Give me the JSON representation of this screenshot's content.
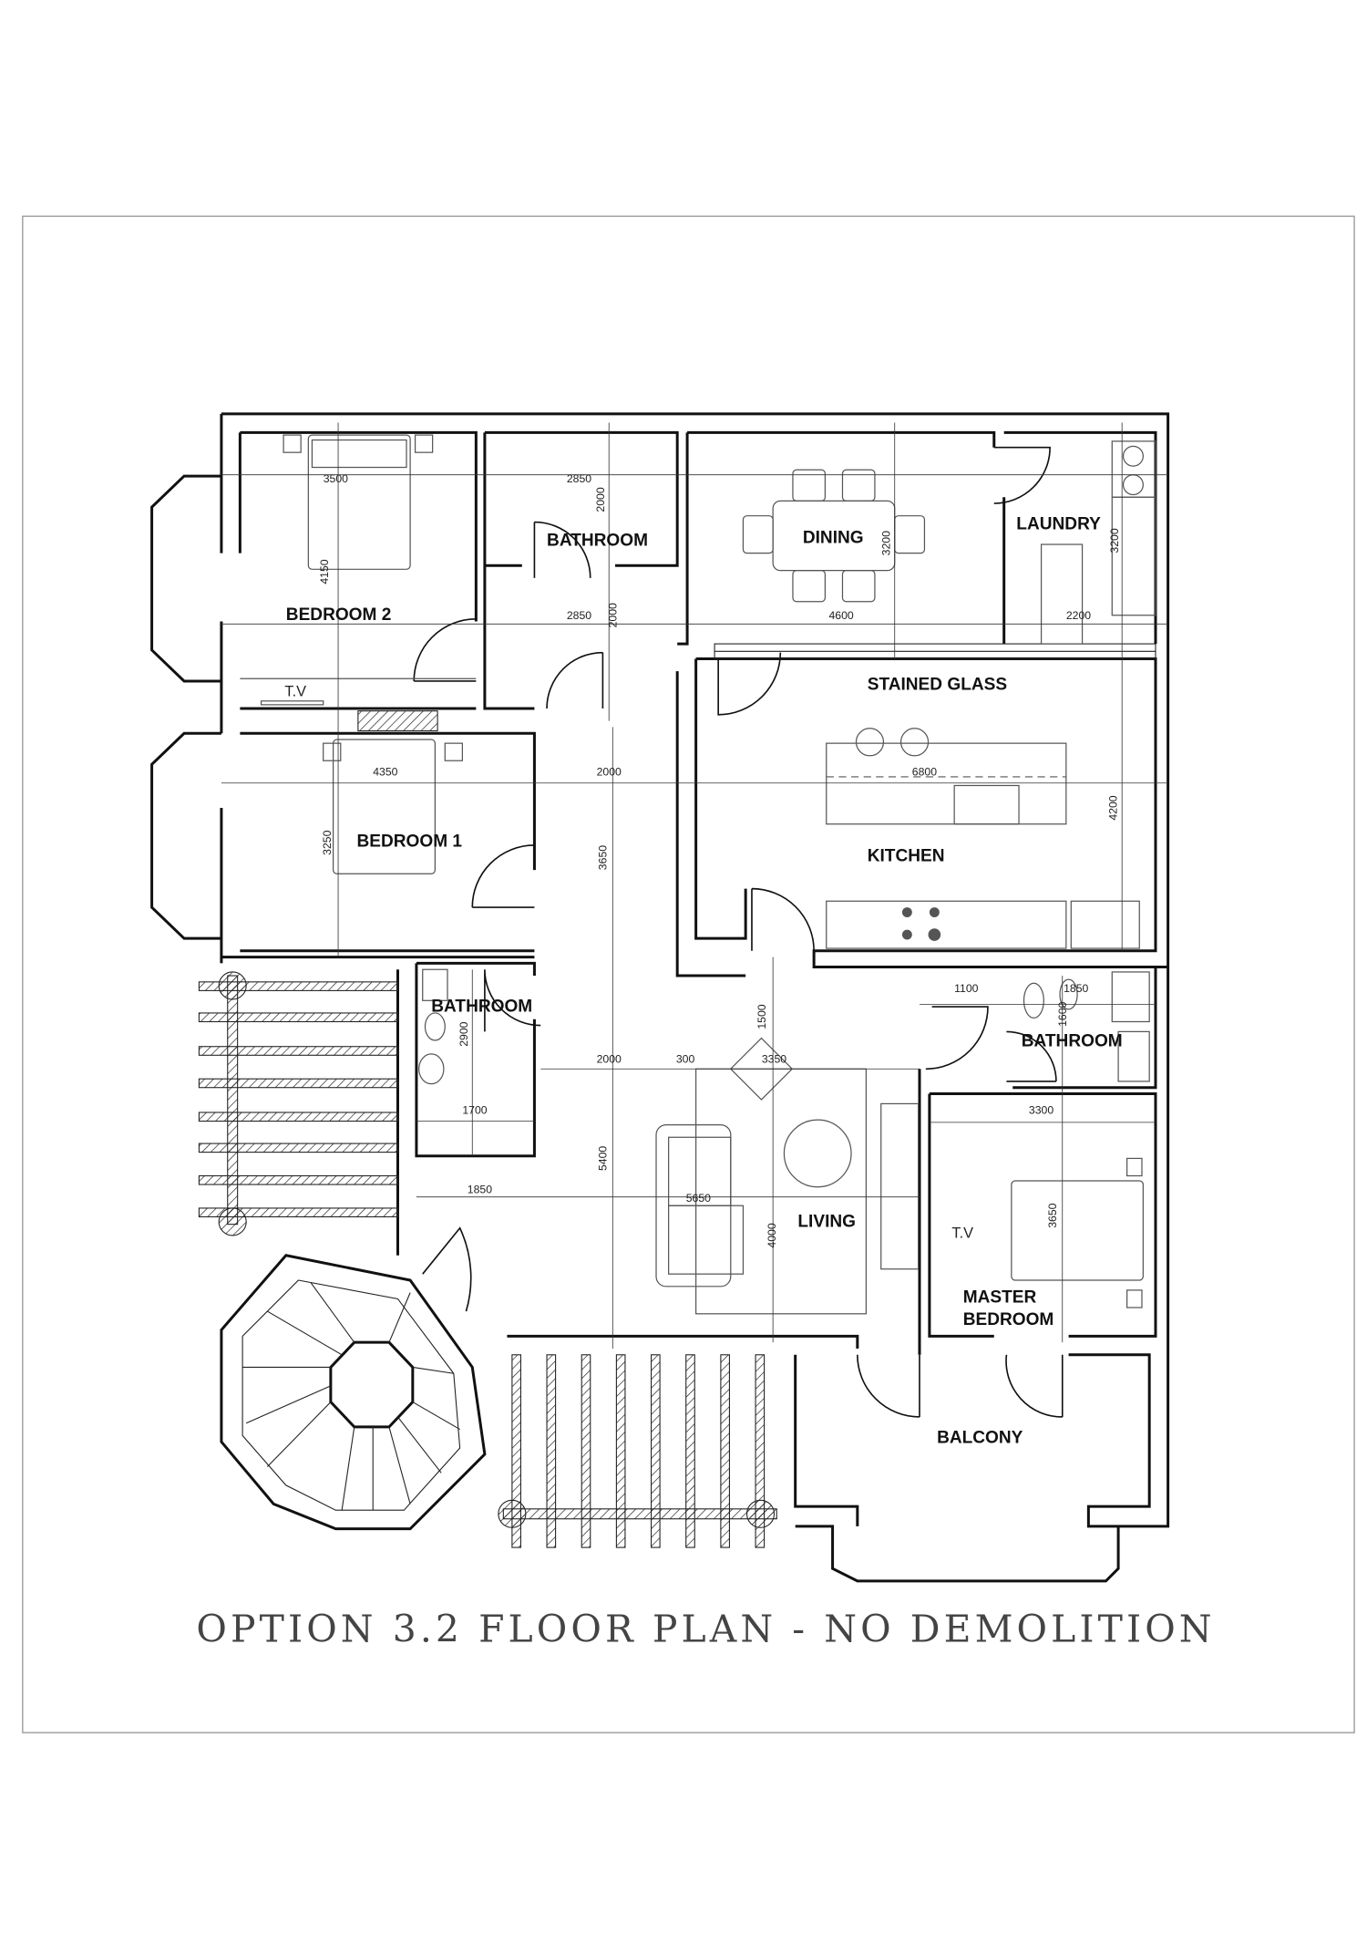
{
  "title": "OPTION 3.2 FLOOR PLAN - NO DEMOLITION",
  "rooms": {
    "bedroom2": "BEDROOM 2",
    "bedroom1": "BEDROOM 1",
    "bathroom_top": "BATHROOM",
    "dining": "DINING",
    "laundry": "LAUNDRY",
    "stained_glass": "STAINED GLASS",
    "kitchen": "KITCHEN",
    "bathroom_left": "BATHROOM",
    "bathroom_right": "BATHROOM",
    "living": "LIVING",
    "master_bedroom_1": "MASTER",
    "master_bedroom_2": "BEDROOM",
    "balcony": "BALCONY",
    "tv_bedroom2": "T.V",
    "tv_master": "T.V"
  },
  "dimensions": {
    "bed2_width": "3500",
    "bed2_height": "4150",
    "bath_top_width": "2850",
    "bath_top_height": "2000",
    "hall_width": "2850",
    "hall_height": "2000",
    "bed1_width": "4350",
    "bed1_height": "3250",
    "corridor_width": "2000",
    "corridor_height": "3650",
    "dining_width": "4600",
    "dining_height": "3200",
    "laundry_width": "2200",
    "laundry_height": "3200",
    "kitchen_width": "6800",
    "kitchen_height": "4200",
    "bath_left_height": "2900",
    "bath_left_width": "1700",
    "living_a": "2000",
    "living_b": "300",
    "living_c": "3350",
    "living_d": "1500",
    "living_height": "5400",
    "living_e": "1850",
    "living_width": "5650",
    "living_f": "4000",
    "bath_right_a": "1100",
    "bath_right_b": "1850",
    "bath_right_c": "1600",
    "master_width": "3300",
    "master_height": "3650"
  }
}
